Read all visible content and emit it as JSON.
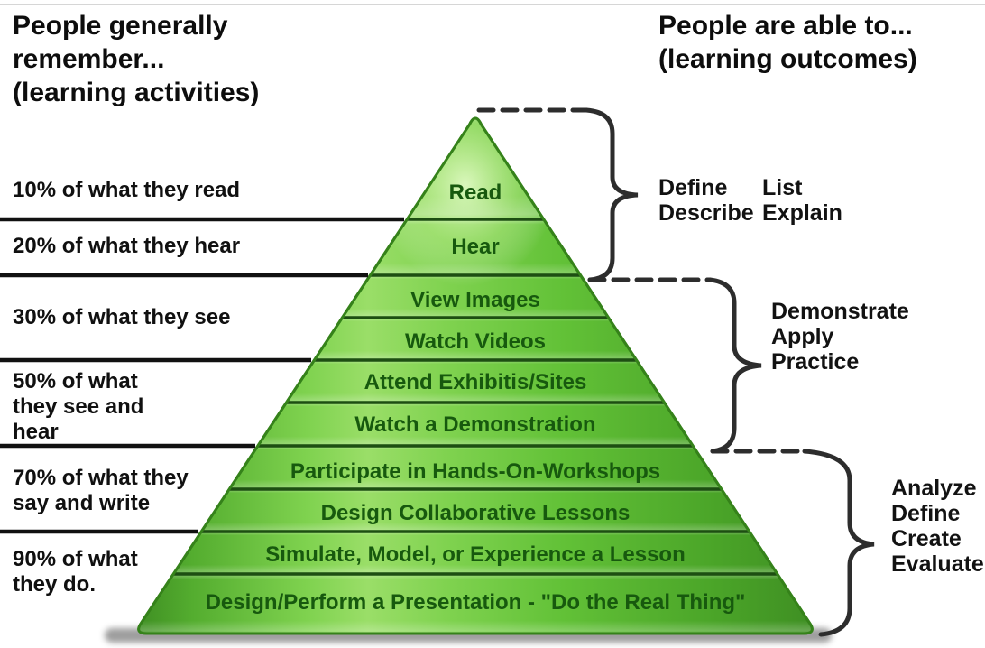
{
  "titles": {
    "left": "People generally\nremember...\n(learning activities)",
    "right": "People are able to...\n(learning outcomes)"
  },
  "retention": {
    "items": [
      {
        "text": "10% of what they read"
      },
      {
        "text": "20% of what they hear"
      },
      {
        "text": "30% of what they see"
      },
      {
        "text": "50% of what\nthey see and\nhear"
      },
      {
        "text": "70% of what they\nsay and write"
      },
      {
        "text": "90% of what\nthey do."
      }
    ]
  },
  "pyramid": {
    "layers": [
      {
        "label": "Read"
      },
      {
        "label": "Hear"
      },
      {
        "label": "View Images"
      },
      {
        "label": "Watch Videos"
      },
      {
        "label": "Attend Exhibitis/Sites"
      },
      {
        "label": "Watch a Demonstration"
      },
      {
        "label": "Participate in Hands-On-Workshops"
      },
      {
        "label": "Design Collaborative Lessons"
      },
      {
        "label": "Simulate, Model, or Experience a Lesson"
      },
      {
        "label": "Design/Perform a Presentation - \"Do the Real Thing\""
      }
    ]
  },
  "outcomes": {
    "groups": [
      {
        "col1": "Define\nDescribe",
        "col2": "List\nExplain"
      },
      {
        "col1": "Demonstrate\nApply\nPractice"
      },
      {
        "col1": "Analyze\nDefine\nCreate\nEvaluate"
      }
    ]
  },
  "colors": {
    "pyramid_green": "#6cc93d",
    "pyramid_green_light": "#9ade68",
    "pyramid_green_dark": "#3f8f23",
    "divider_green": "#1d4e12",
    "layer_text_green": "#17590e",
    "annotation_black": "#111111",
    "brace_gray": "#2d2d2d",
    "background": "#ffffff"
  }
}
